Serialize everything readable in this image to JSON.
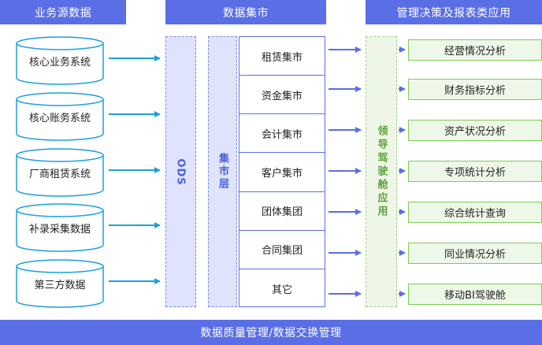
{
  "headers": {
    "sources": "业务源数据",
    "mart": "数据集市",
    "apps": "管理决策及报表类应用"
  },
  "sources": [
    {
      "label": "核心业务系统"
    },
    {
      "label": "核心账务系统"
    },
    {
      "label": "厂商租赁系统"
    },
    {
      "label": "补录采集数据"
    },
    {
      "label": "第三方数据"
    }
  ],
  "ods_label": "ODS",
  "mart_layer_label": "集市层",
  "mart_items": [
    {
      "label": "租赁集市"
    },
    {
      "label": "资金集市"
    },
    {
      "label": "会计集市"
    },
    {
      "label": "客户集市"
    },
    {
      "label": "团体集团"
    },
    {
      "label": "合同集团"
    },
    {
      "label": "其它"
    }
  ],
  "cockpit_label": "领导驾驶舱应用",
  "outputs": [
    {
      "label": "经营情况分析"
    },
    {
      "label": "财务指标分析"
    },
    {
      "label": "资产状况分析"
    },
    {
      "label": "专项统计分析"
    },
    {
      "label": "综合统计查询"
    },
    {
      "label": "同业情况分析"
    },
    {
      "label": "移动BI驾驶舱"
    }
  ],
  "footer": "数据质量管理/数据交换管理",
  "colors": {
    "header_blue": "#5a6ee6",
    "source_cyan": "#1aa0dd",
    "ods_fill": "#dfe3fb",
    "cockpit_fill": "#eef7e7",
    "output_green": "#7ccc5a"
  }
}
